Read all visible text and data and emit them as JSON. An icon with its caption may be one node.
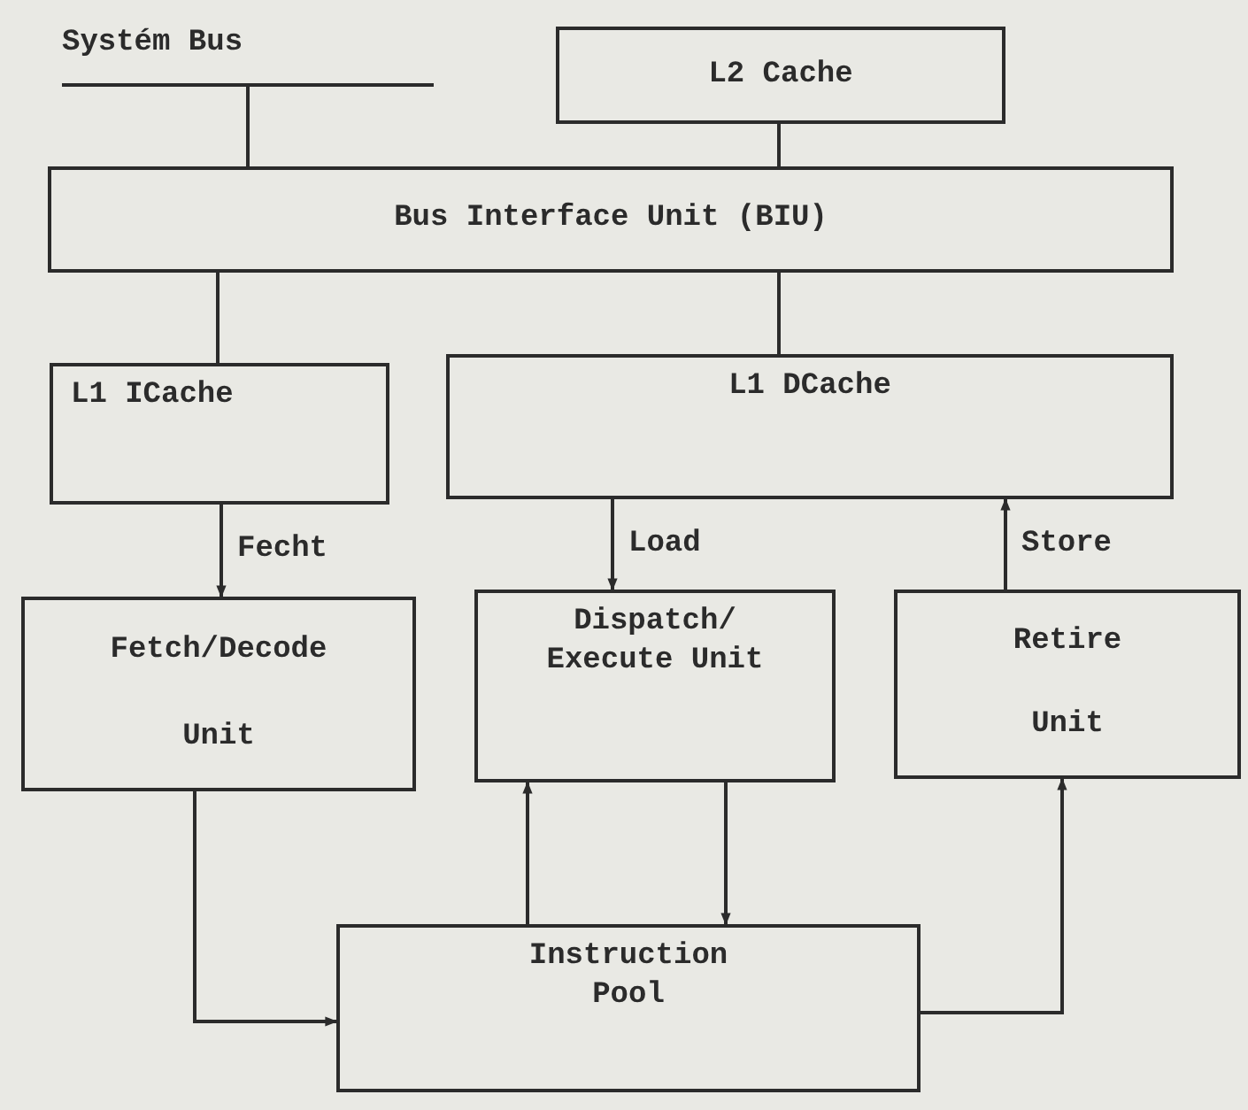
{
  "diagram": {
    "nodes": [
      {
        "text": [
          "Systém Bus"
        ]
      },
      {
        "text": [
          "L2 Cache"
        ]
      },
      {
        "text": [
          "Bus Interface Unit (BIU)"
        ]
      },
      {
        "text": [
          "L1 ICache"
        ]
      },
      {
        "text": [
          "L1 DCache"
        ]
      },
      {
        "text": [
          "Fetch/Decode",
          "Unit"
        ]
      },
      {
        "text": [
          "Dispatch/ Execute Unit"
        ]
      },
      {
        "text": [
          "Retire",
          "Unit"
        ]
      },
      {
        "text": [
          "Instruction Pool"
        ]
      }
    ],
    "edges": [
      {
        "from": 0,
        "to": 2,
        "arrow": "none"
      },
      {
        "from": 1,
        "to": 2,
        "arrow": "none"
      },
      {
        "from": 2,
        "to": 3,
        "arrow": "none"
      },
      {
        "from": 2,
        "to": 4,
        "arrow": "none"
      },
      {
        "from": 3,
        "to": 5,
        "arrow": "to",
        "label": "Fecht"
      },
      {
        "from": 4,
        "to": 6,
        "arrow": "to",
        "label": "Load"
      },
      {
        "from": 7,
        "to": 4,
        "arrow": "to",
        "label": "Store"
      },
      {
        "from": 5,
        "to": 8,
        "arrow": "to"
      },
      {
        "from": 8,
        "to": 6,
        "arrow": "to"
      },
      {
        "from": 6,
        "to": 8,
        "arrow": "to"
      },
      {
        "from": 8,
        "to": 7,
        "arrow": "to"
      }
    ]
  }
}
